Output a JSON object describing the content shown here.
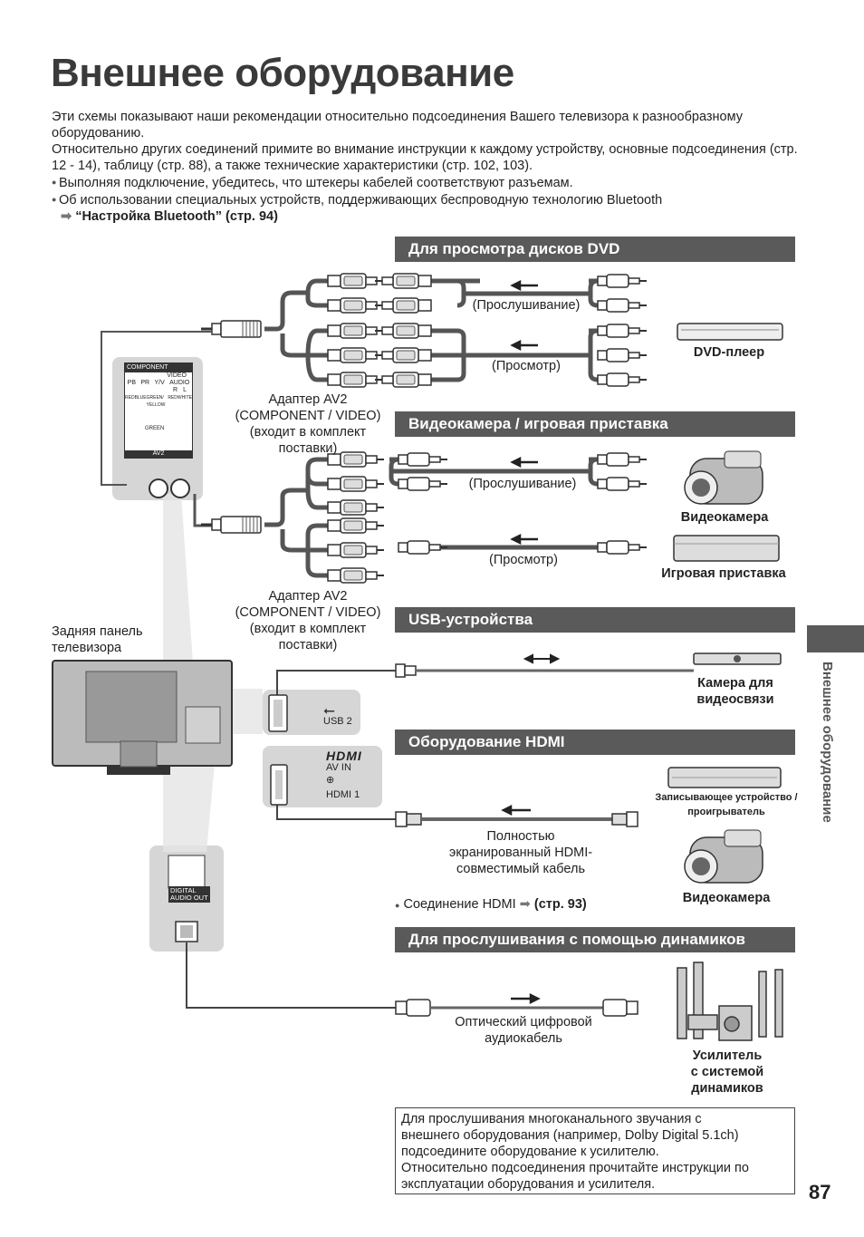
{
  "title": "Внешнее оборудование",
  "intro": {
    "p1": "Эти схемы показывают наши рекомендации относительно подсоединения Вашего телевизора к разнообразному оборудованию.",
    "p2": "Относительно других соединений примите во внимание инструкции к каждому устройству, основные подсоединения (стр. 12 - 14), таблицу (стр. 88), а также технические характеристики (стр. 102, 103).",
    "b1": "Выполняя подключение, убедитесь, что штекеры кабелей соответствуют разъемам.",
    "b2": "Об использовании специальных устройств, поддерживающих беспроводную технологию Bluetooth",
    "link": "“Настройка Bluetooth” (стр. 94)"
  },
  "sections": {
    "dvd": "Для просмотра дисков DVD",
    "camera": "Видеокамера / игровая приставка",
    "usb": "USB-устройства",
    "hdmi": "Оборудование HDMI",
    "speakers": "Для прослушивания с помощью динамиков"
  },
  "labels": {
    "listening": "(Прослушивание)",
    "viewing": "(Просмотр)",
    "dvd_player": "DVD-плеер",
    "adapter_line1": "Адаптер AV2",
    "adapter_line2": "(COMPONENT / VIDEO)",
    "adapter_line3": "(входит в комплект",
    "adapter_line4": "поставки)",
    "camcorder": "Видеокамера",
    "game_console": "Игровая приставка",
    "rear_panel_1": "Задняя панель",
    "rear_panel_2": "телевизора",
    "video_camera_1": "Камера для",
    "video_camera_2": "видеосвязи",
    "recorder_1": "Записывающее устройство /",
    "recorder_2": "проигрыватель",
    "hdmi_cable_1": "Полностью",
    "hdmi_cable_2": "экранированный HDMI-",
    "hdmi_cable_3": "совместимый кабель",
    "hdmi_conn_text": "Соединение HDMI",
    "hdmi_conn_page": "(стр. 93)",
    "optical_1": "Оптический цифровой",
    "optical_2": "аудиокабель",
    "amp_1": "Усилитель",
    "amp_2": "с системой",
    "amp_3": "динамиков",
    "usb_port": "USB 2",
    "av_in": "AV IN",
    "hdmi1": "HDMI 1",
    "hdmi_logo": "HDMI",
    "digital_audio_1": "DIGITAL",
    "digital_audio_2": "AUDIO OUT",
    "panel_component": "COMPONENT",
    "panel_video": "VIDEO",
    "panel_audio": "AUDIO",
    "panel_pb": "PB",
    "panel_pr": "PR",
    "panel_yv": "Y/V",
    "panel_r": "R",
    "panel_l": "L",
    "panel_red": "RED",
    "panel_blue": "BLUE",
    "panel_green_yellow": "GREEN/ YELLOW",
    "panel_white": "WHITE",
    "panel_green": "GREEN",
    "panel_av2": "AV2"
  },
  "side_tab": "Внешнее оборудование",
  "note": {
    "l1": "Для прослушивания многоканального звучания с",
    "l2": "внешнего оборудования (например, Dolby Digital 5.1ch)",
    "l3": "подсоедините оборудование к усилителю.",
    "l4": "Относительно подсоединения прочитайте инструкции по",
    "l5": "эксплуатации оборудования и усилителя."
  },
  "page_number": "87"
}
